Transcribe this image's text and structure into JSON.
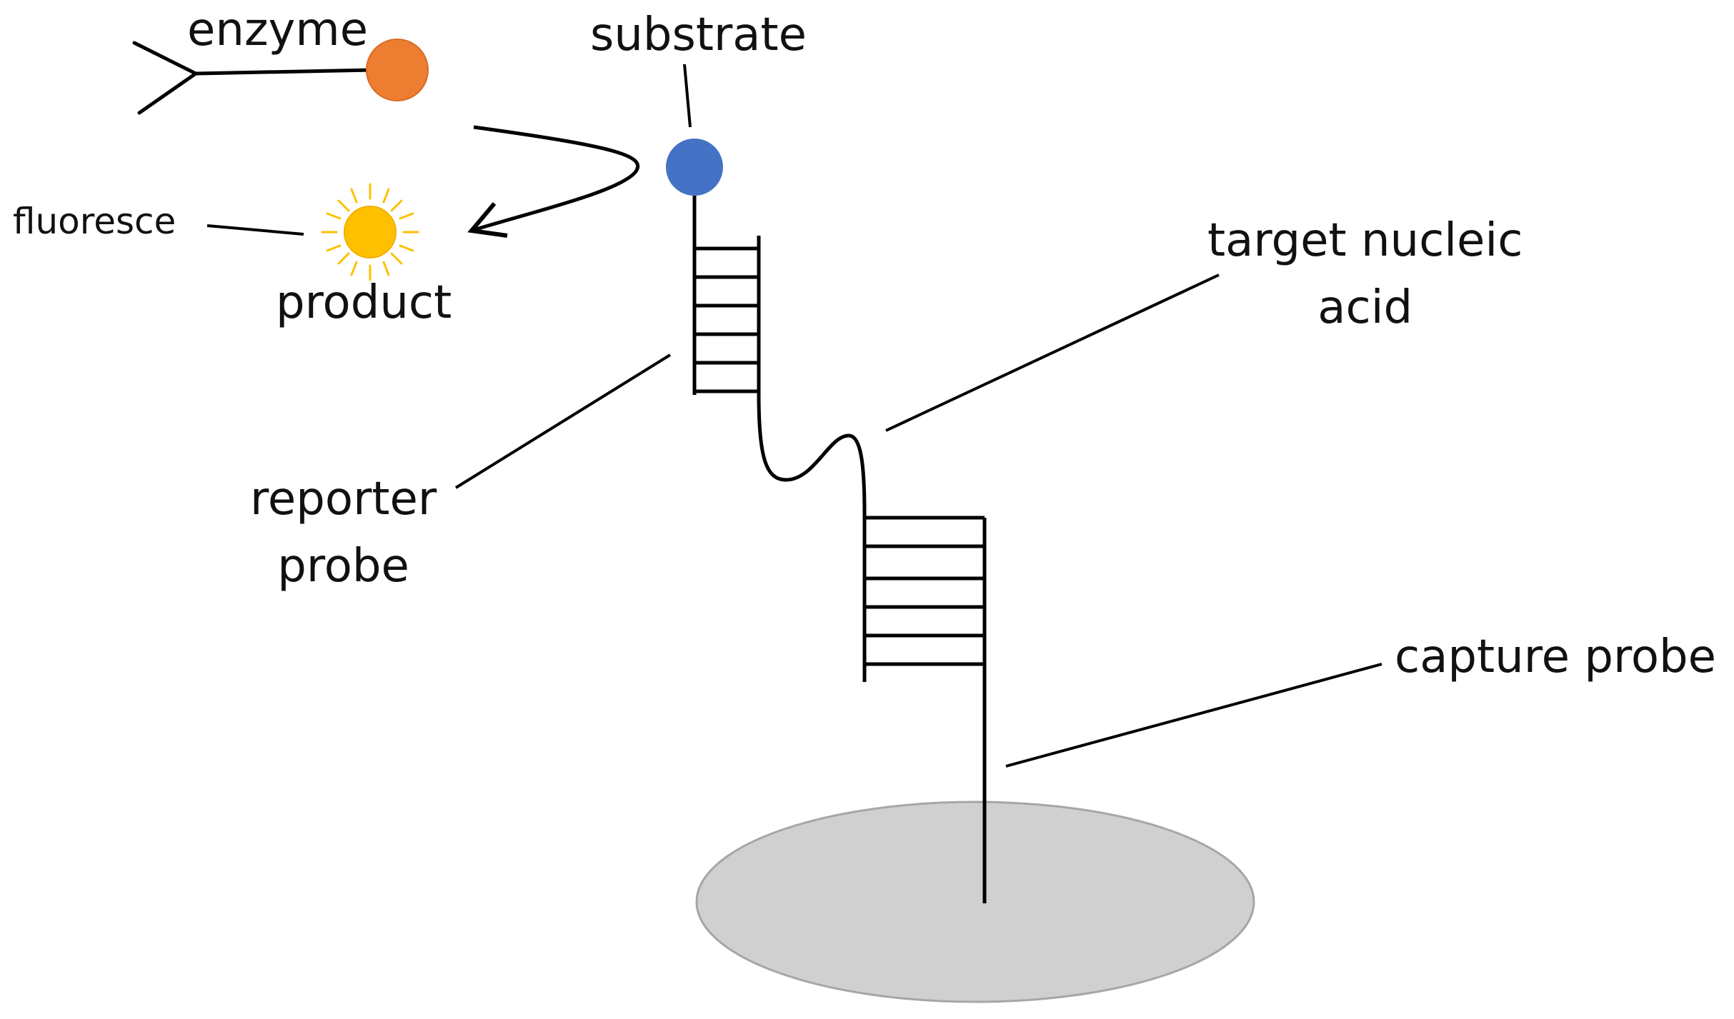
{
  "labels": {
    "enzyme": "enzyme",
    "substrate": "substrate",
    "fluoresce": "fluoresce",
    "product": "product",
    "target_line1": "target nucleic",
    "target_line2": "acid",
    "reporter_line1": "reporter",
    "reporter_line2": "probe",
    "capture": "capture probe"
  },
  "colors": {
    "enzyme_dot": "#ed7d31",
    "substrate_dot": "#4472c4",
    "sun": "#ffc000",
    "sun_rays": "#ffc000",
    "surface_fill": "#d0d0d0",
    "surface_stroke": "#a6a6a6",
    "line": "#000000"
  },
  "icons": {
    "antibody": "y-shaped-antibody-icon",
    "sun": "sun-icon"
  }
}
